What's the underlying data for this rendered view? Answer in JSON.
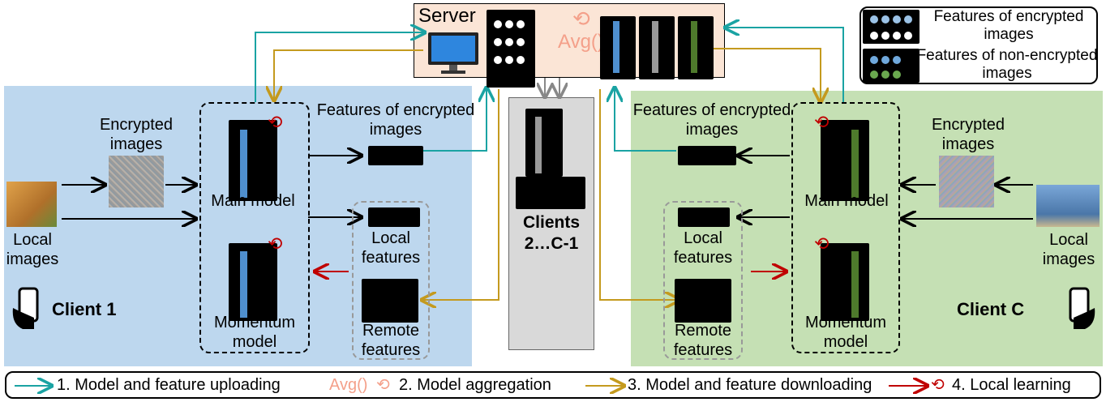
{
  "server": {
    "title": "Server",
    "avg_label": "Avg()"
  },
  "client1": {
    "name": "Client 1",
    "local_images": "Local images",
    "encrypted_images": "Encrypted images",
    "main_model": "Main model",
    "momentum_model": "Momentum model",
    "features_encrypted": "Features of encrypted images",
    "local_features": "Local features",
    "remote_features": "Remote features"
  },
  "clientC": {
    "name": "Client C",
    "local_images": "Local images",
    "encrypted_images": "Encrypted images",
    "main_model": "Main model",
    "momentum_model": "Momentum model",
    "features_encrypted": "Features of encrypted images",
    "local_features": "Local features",
    "remote_features": "Remote features"
  },
  "middle_clients": {
    "label": "Clients 2…C-1"
  },
  "key": {
    "encrypted": "Features of encrypted images",
    "non_encrypted": "Features of non-encrypted images"
  },
  "legend": {
    "step1": "1. Model and feature uploading",
    "step2_prefix": "Avg()",
    "step2": "2. Model aggregation",
    "step3": "3. Model and feature downloading",
    "step4": "4. Local learning"
  },
  "colors": {
    "client1_bg": "#bdd7ee",
    "clientC_bg": "#c5e0b4",
    "server_bg": "#fbe5d6",
    "middle_bg": "#d9d9d9",
    "upload": "#1aa3a3",
    "download": "#c49a1e",
    "local": "#c00000",
    "avg": "#f4a08a",
    "blue_model": "#4f8fce",
    "green_model": "#4e7a2c"
  }
}
